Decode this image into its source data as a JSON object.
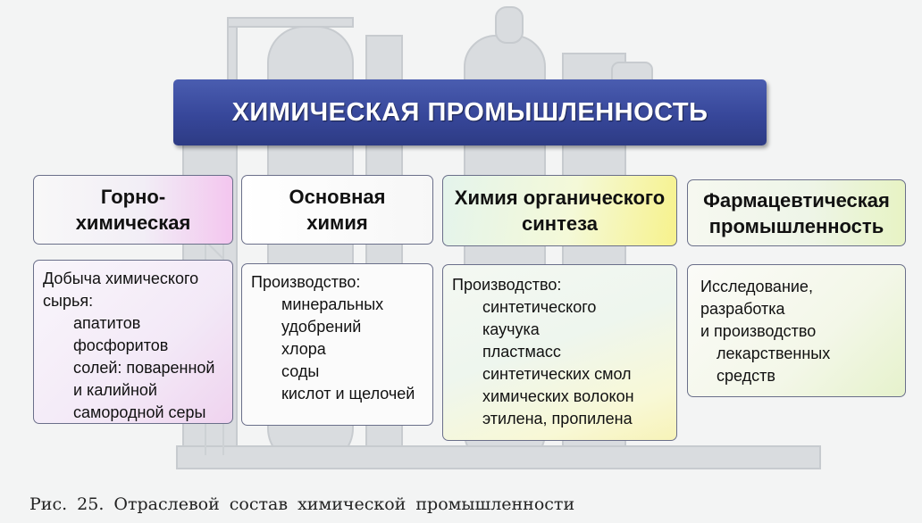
{
  "title": "ХИМИЧЕСКАЯ ПРОМЫШЛЕННОСТЬ",
  "branches": [
    {
      "heading": [
        "Горно-",
        "химическая"
      ],
      "intro": [
        "Добыча химического",
        "сырья:"
      ],
      "items": [
        [
          "апатитов"
        ],
        [
          "фосфоритов"
        ],
        [
          "солей: поваренной",
          "и калийной"
        ],
        [
          "самородной серы"
        ]
      ]
    },
    {
      "heading": [
        "Основная",
        "химия"
      ],
      "intro": [
        "Производство:"
      ],
      "items": [
        [
          "минеральных",
          "удобрений"
        ],
        [
          "хлора"
        ],
        [
          "соды"
        ],
        [
          "кислот и щелочей"
        ]
      ]
    },
    {
      "heading": [
        "Химия органического",
        "синтеза"
      ],
      "intro": [
        "Производство:"
      ],
      "items": [
        [
          "синтетического",
          "каучука"
        ],
        [
          "пластмасс"
        ],
        [
          "синтетических смол"
        ],
        [
          "химических волокон"
        ],
        [
          "этилена, пропилена"
        ]
      ]
    },
    {
      "heading": [
        "Фармацевтическая",
        "промышленность"
      ],
      "intro": [],
      "items": [
        [
          "Исследование,"
        ],
        [
          "разработка"
        ],
        [
          "и производство"
        ],
        [
          "лекарственных"
        ],
        [
          "средств"
        ]
      ]
    }
  ],
  "caption": "Рис. 25. Отраслевой состав химической промышленности"
}
